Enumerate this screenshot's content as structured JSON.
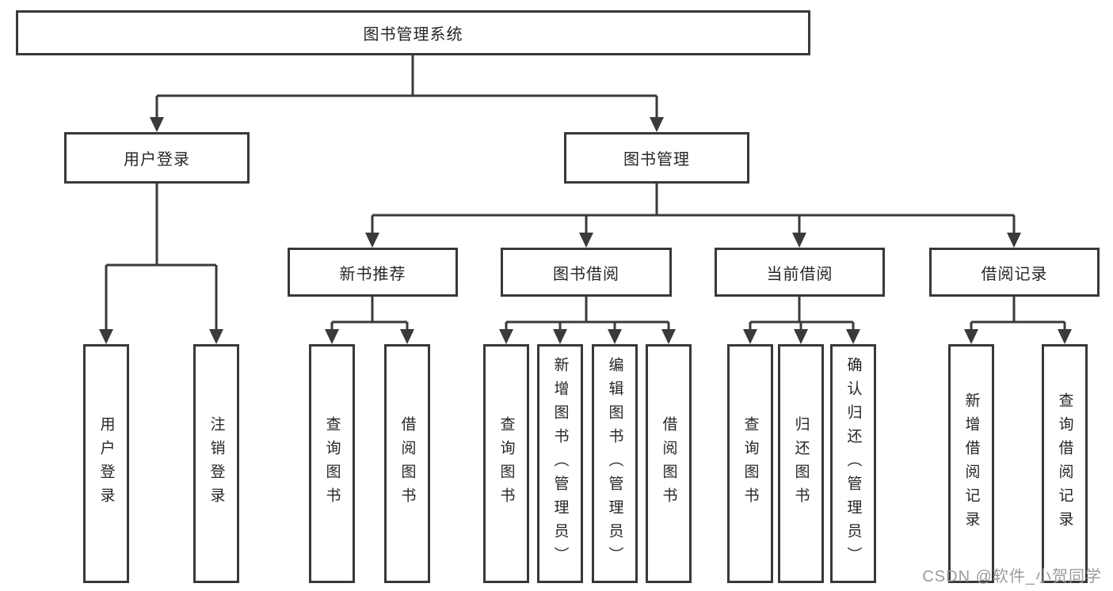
{
  "diagram": {
    "title": "图书管理系统",
    "line_color": "#3a3a3a",
    "box_border_color": "#383838",
    "text_color": "#262626",
    "watermark_color": "#9b9b9b",
    "tree": {
      "root": {
        "label": "图书管理系统",
        "children": [
          {
            "label": "用户登录",
            "children": [
              {
                "label": "用户登录"
              },
              {
                "label": "注销登录"
              }
            ]
          },
          {
            "label": "图书管理",
            "children": [
              {
                "label": "新书推荐",
                "children": [
                  {
                    "label": "查询图书"
                  },
                  {
                    "label": "借阅图书"
                  }
                ]
              },
              {
                "label": "图书借阅",
                "children": [
                  {
                    "label": "查询图书"
                  },
                  {
                    "label": "新增图书（管理员）"
                  },
                  {
                    "label": "编辑图书（管理员）"
                  },
                  {
                    "label": "借阅图书"
                  }
                ]
              },
              {
                "label": "当前借阅",
                "children": [
                  {
                    "label": "查询图书"
                  },
                  {
                    "label": "归还图书"
                  },
                  {
                    "label": "确认归还（管理员）"
                  }
                ]
              },
              {
                "label": "借阅记录",
                "children": [
                  {
                    "label": "新增借阅记录"
                  },
                  {
                    "label": "查询借阅记录"
                  }
                ]
              }
            ]
          }
        ]
      }
    }
  },
  "watermark": "CSDN @软件_小贺同学"
}
